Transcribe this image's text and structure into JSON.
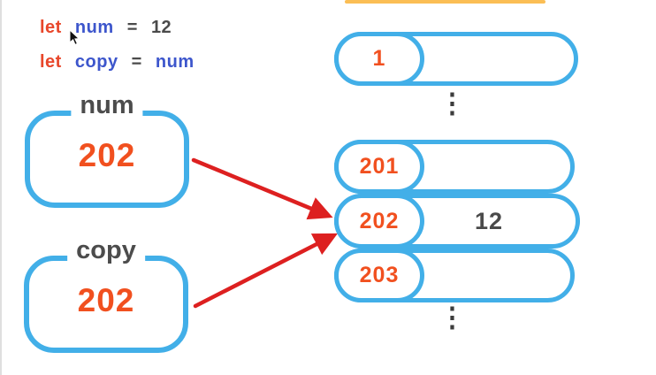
{
  "code": {
    "line1": {
      "keyword": "let",
      "identifier": "num",
      "operator": "=",
      "value": "12"
    },
    "line2": {
      "keyword": "let",
      "identifier": "copy",
      "operator": "=",
      "value": "num"
    }
  },
  "variables": [
    {
      "name": "num",
      "value": "202"
    },
    {
      "name": "copy",
      "value": "202"
    }
  ],
  "memory": {
    "cells": [
      {
        "address": "1",
        "value": ""
      },
      {
        "address": "201",
        "value": ""
      },
      {
        "address": "202",
        "value": "12"
      },
      {
        "address": "203",
        "value": ""
      }
    ],
    "ellipsis": "⋮"
  },
  "icons": {
    "cursor": "mouse-pointer-icon",
    "ellipsis": "vertical-ellipsis-icon"
  },
  "colors": {
    "sketch_blue": "#42afe8",
    "value_orange": "#f1501f",
    "arrow_red": "#dd2020",
    "code_keyword_orange": "#e8472b",
    "code_identifier_blue": "#3d56cc",
    "text_dark_gray": "#4a4a4a",
    "top_bar_orange": "#fbbe55"
  }
}
